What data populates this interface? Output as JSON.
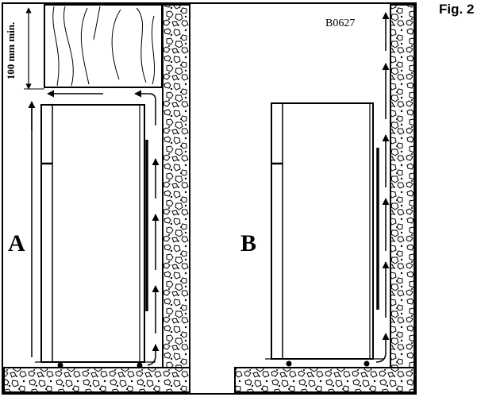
{
  "figure": {
    "label": "Fig. 2",
    "code": "B0627",
    "dimension_label": "100 mm min."
  },
  "panels": [
    {
      "letter": "A"
    },
    {
      "letter": "B"
    }
  ]
}
